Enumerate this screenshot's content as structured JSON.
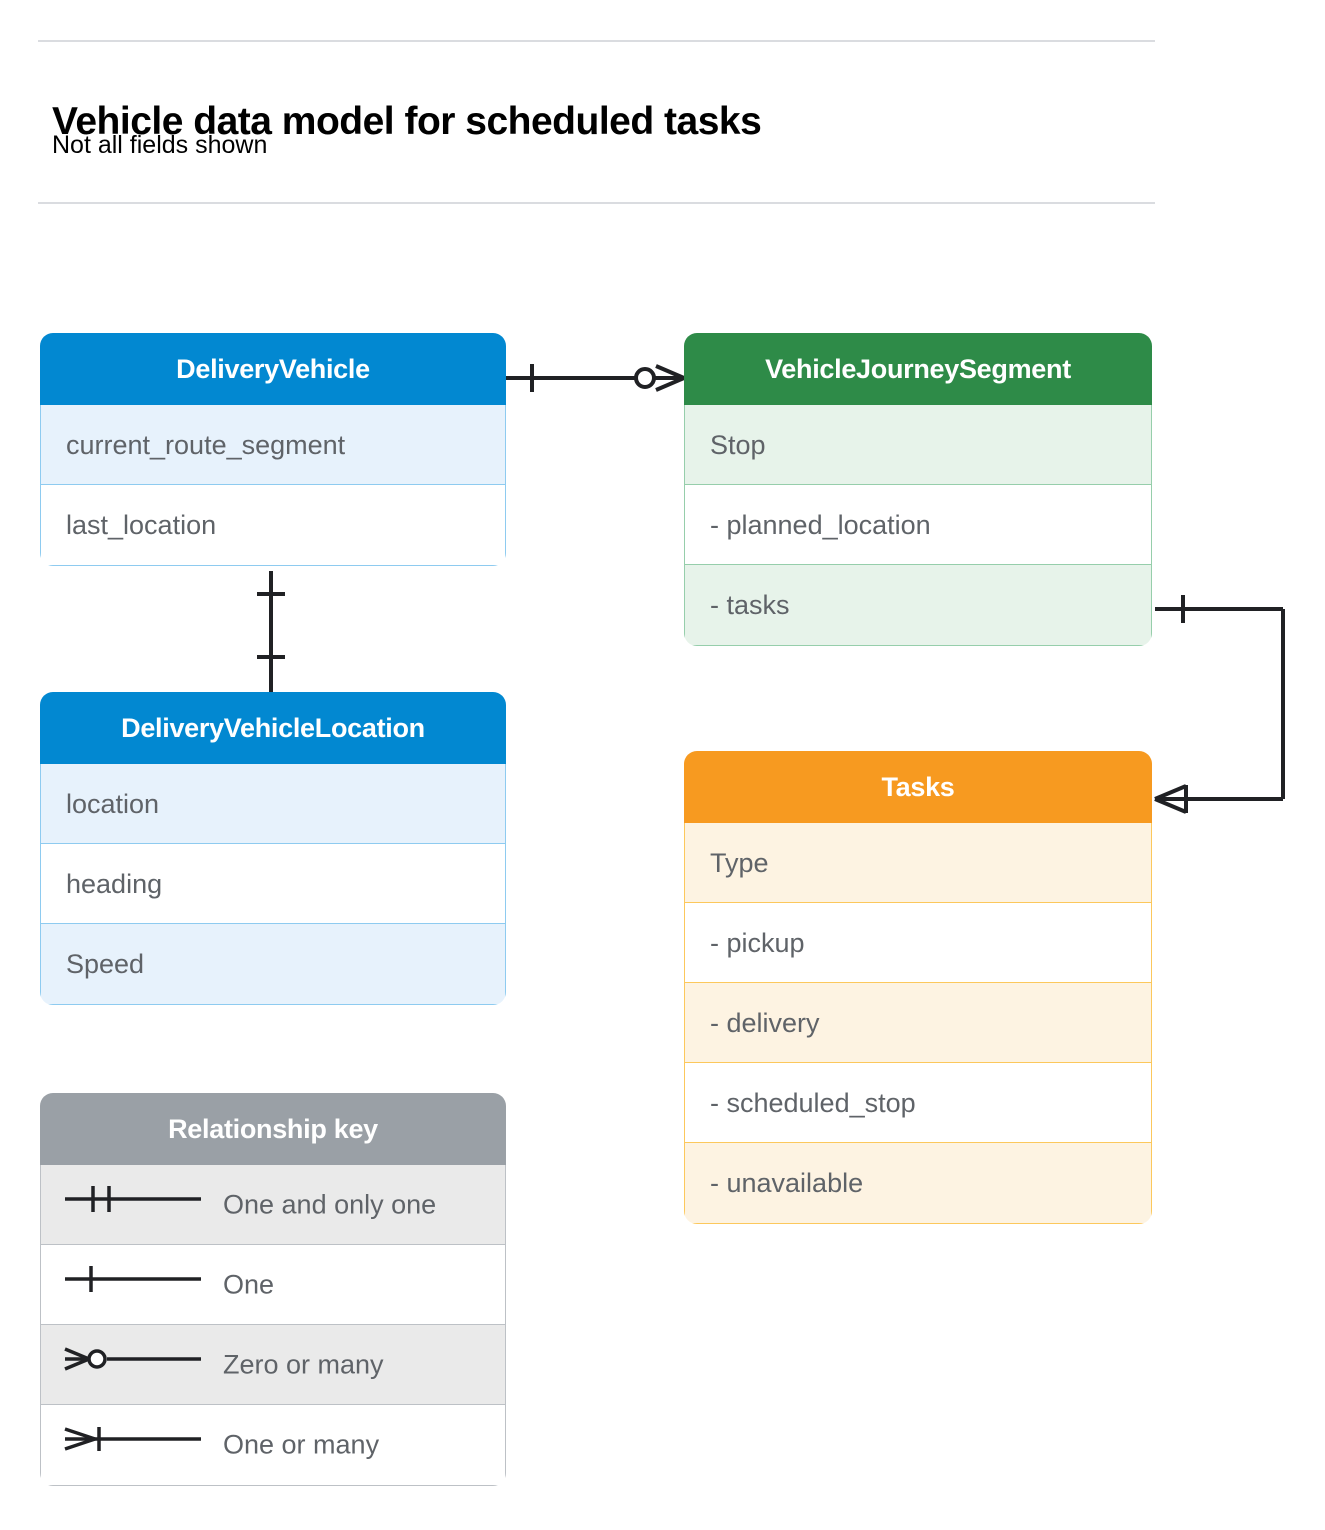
{
  "header": {
    "title": "Vehicle data model for scheduled tasks",
    "subtitle": "Not all fields shown"
  },
  "colors": {
    "blue_header": "#0288d1",
    "blue_row_alt": "#e7f2fc",
    "blue_border": "#8ecbf0",
    "green_header": "#2e8b48",
    "green_row_alt": "#e7f3ea",
    "green_border": "#96ceab",
    "orange_header": "#f79a20",
    "orange_row_alt": "#fdf3e2",
    "orange_border": "#fcc85c",
    "gray_header": "#9aa0a6",
    "gray_row_alt": "#eaeaea",
    "gray_border": "#bdc1c6",
    "text_body": "#5f6368",
    "rule": "#dadce0",
    "connector": "#202124"
  },
  "entities": [
    {
      "id": "delivery-vehicle",
      "name": "DeliveryVehicle",
      "color": "blue",
      "fields": [
        {
          "label": "current_route_segment",
          "nested": false
        },
        {
          "label": "last_location",
          "nested": false
        }
      ]
    },
    {
      "id": "vehicle-journey-segment",
      "name": "VehicleJourneySegment",
      "color": "green",
      "fields": [
        {
          "label": "Stop",
          "nested": false
        },
        {
          "label": "-  planned_location",
          "nested": true
        },
        {
          "label": "- tasks",
          "nested": true
        }
      ]
    },
    {
      "id": "delivery-vehicle-location",
      "name": "DeliveryVehicleLocation",
      "color": "blue",
      "fields": [
        {
          "label": "location",
          "nested": false
        },
        {
          "label": "heading",
          "nested": false
        },
        {
          "label": "Speed",
          "nested": false
        }
      ]
    },
    {
      "id": "tasks",
      "name": "Tasks",
      "color": "orange",
      "fields": [
        {
          "label": "Type",
          "nested": false
        },
        {
          "label": "-  pickup",
          "nested": true
        },
        {
          "label": "-  delivery",
          "nested": true
        },
        {
          "label": "-  scheduled_stop",
          "nested": true
        },
        {
          "label": "-  unavailable",
          "nested": true
        }
      ]
    }
  ],
  "legend": {
    "title": "Relationship key",
    "items": [
      {
        "symbol": "one-and-only-one-icon",
        "label": "One and only one"
      },
      {
        "symbol": "one-icon",
        "label": "One"
      },
      {
        "symbol": "zero-or-many-icon",
        "label": "Zero or many"
      },
      {
        "symbol": "one-or-many-icon",
        "label": "One or many"
      }
    ]
  },
  "relationships": [
    {
      "id": "deliveryvehicle-to-journeysegment",
      "from": "DeliveryVehicle",
      "to": "VehicleJourneySegment",
      "from_cardinality": "One",
      "to_cardinality": "Zero or many"
    },
    {
      "id": "deliveryvehicle-to-vehiclelocation",
      "from": "DeliveryVehicle",
      "to": "DeliveryVehicleLocation",
      "from_cardinality": "One",
      "to_cardinality": "One"
    },
    {
      "id": "journeysegment-tasks-to-tasks",
      "from": "VehicleJourneySegment.tasks",
      "to": "Tasks",
      "from_cardinality": "One",
      "to_cardinality": "One or many"
    }
  ]
}
